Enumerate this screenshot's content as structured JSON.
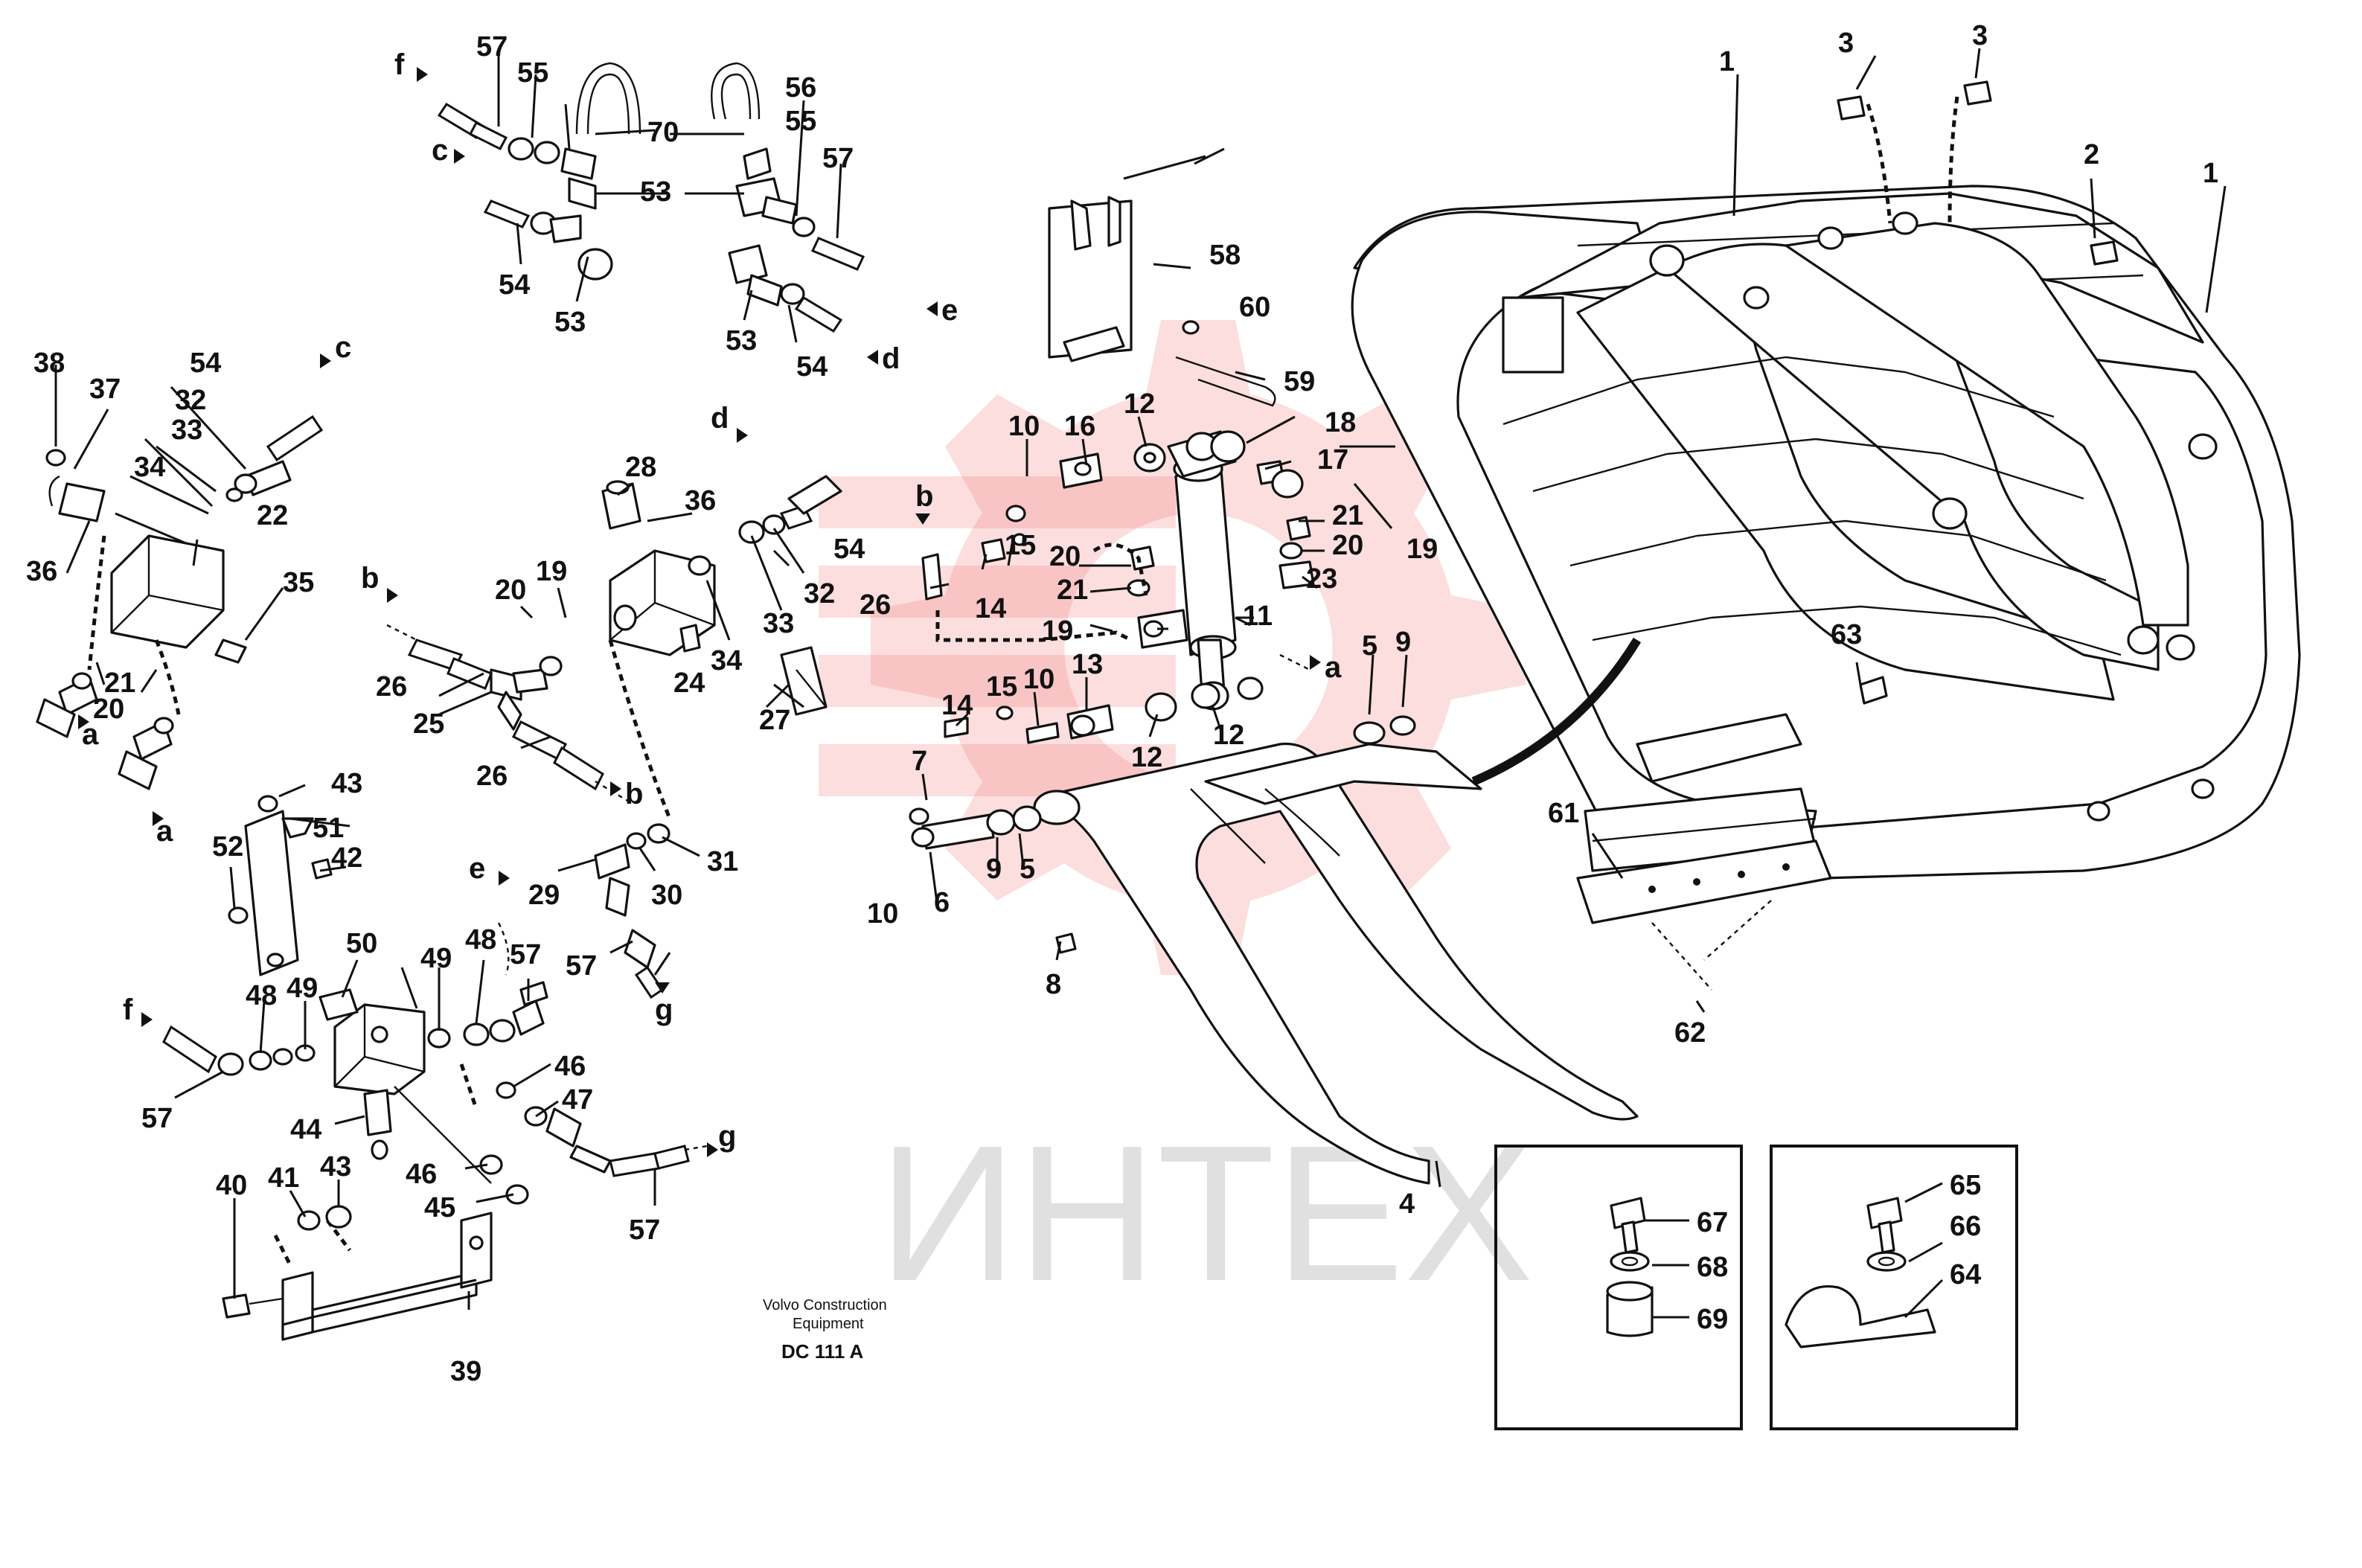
{
  "caption": {
    "maker_line1": "Volvo Construction",
    "maker_line2": "Equipment",
    "drawing_code": "DC 111 A"
  },
  "watermark_text": "ИНТЕХ",
  "watermark_color": "#f26a6a",
  "connection_letters": [
    "a",
    "b",
    "c",
    "d",
    "e",
    "f",
    "g"
  ],
  "part_numbers": [
    "1",
    "2",
    "3",
    "4",
    "5",
    "6",
    "7",
    "8",
    "9",
    "10",
    "11",
    "12",
    "13",
    "14",
    "15",
    "16",
    "17",
    "18",
    "19",
    "20",
    "21",
    "22",
    "23",
    "24",
    "25",
    "26",
    "27",
    "28",
    "29",
    "30",
    "31",
    "32",
    "33",
    "34",
    "35",
    "36",
    "37",
    "38",
    "39",
    "40",
    "41",
    "42",
    "43",
    "44",
    "45",
    "46",
    "47",
    "48",
    "49",
    "50",
    "51",
    "52",
    "53",
    "54",
    "55",
    "56",
    "57",
    "58",
    "59",
    "60",
    "61",
    "62",
    "63",
    "64",
    "65",
    "66",
    "67",
    "68",
    "69",
    "70"
  ]
}
